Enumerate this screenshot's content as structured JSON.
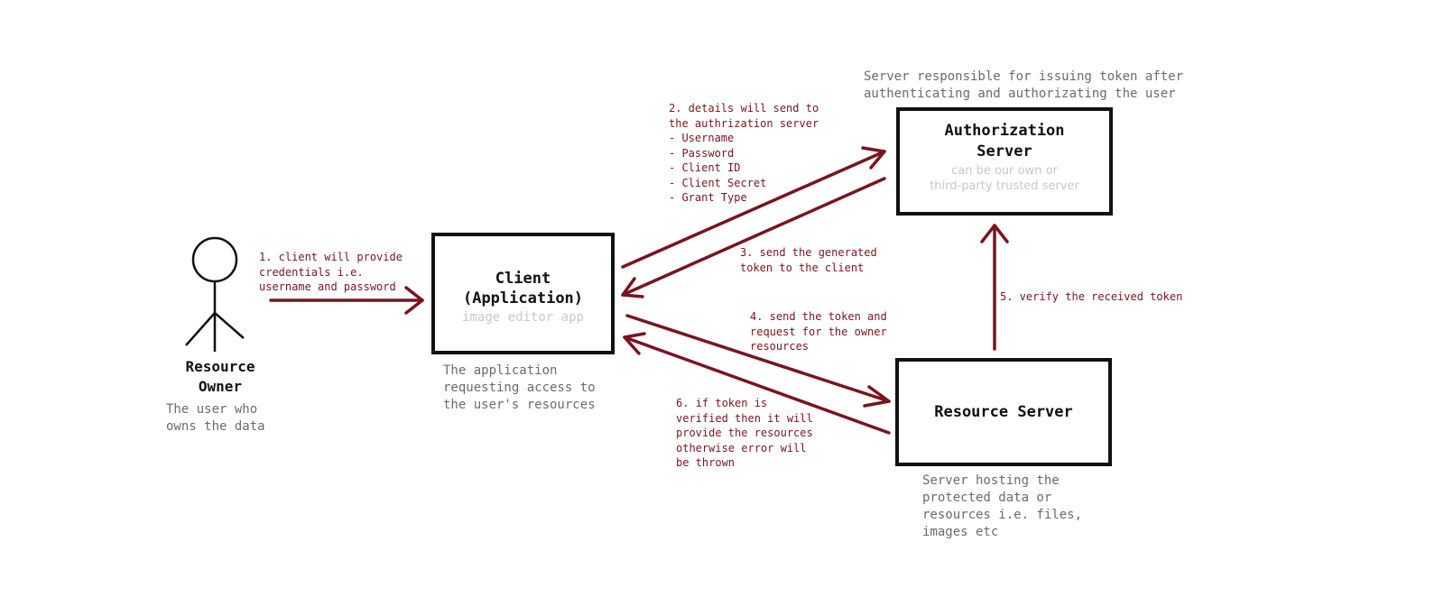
{
  "colors": {
    "arrow": "#7a1420",
    "box_border": "#111111",
    "note_text": "#6b6b6b",
    "box_subtext": "#c8c8c8"
  },
  "actor": {
    "icon": "stick-figure-icon",
    "name_line1": "Resource",
    "name_line2": "Owner",
    "description": "The user who\nowns the data"
  },
  "client": {
    "title_line1": "Client",
    "title_line2": "(Application)",
    "subtitle": "image editor app",
    "description": "The application\nrequesting access to\nthe user's resources"
  },
  "auth_server": {
    "title_line1": "Authorization",
    "title_line2": "Server",
    "subtitle": "can be our own or\nthird-party trusted server",
    "description": "Server responsible for issuing token after\nauthenticating and authorizating the user"
  },
  "resource_server": {
    "title": "Resource Server",
    "description": "Server hosting the\nprotected data or\nresources i.e. files,\nimages etc"
  },
  "steps": [
    {
      "id": 1,
      "text": "1. client will provide\ncredentials i.e.\nusername and password"
    },
    {
      "id": 2,
      "text": "2. details will send to\nthe authrization server\n- Username\n- Password\n- Client ID\n- Client Secret\n- Grant Type"
    },
    {
      "id": 3,
      "text": "3. send the generated\ntoken to the client"
    },
    {
      "id": 4,
      "text": "4. send the token and\nrequest for the owner\nresources"
    },
    {
      "id": 5,
      "text": "5. verify the received token"
    },
    {
      "id": 6,
      "text": "6. if token is\nverified then it will\nprovide the resources\notherwise error will\nbe thrown"
    }
  ]
}
